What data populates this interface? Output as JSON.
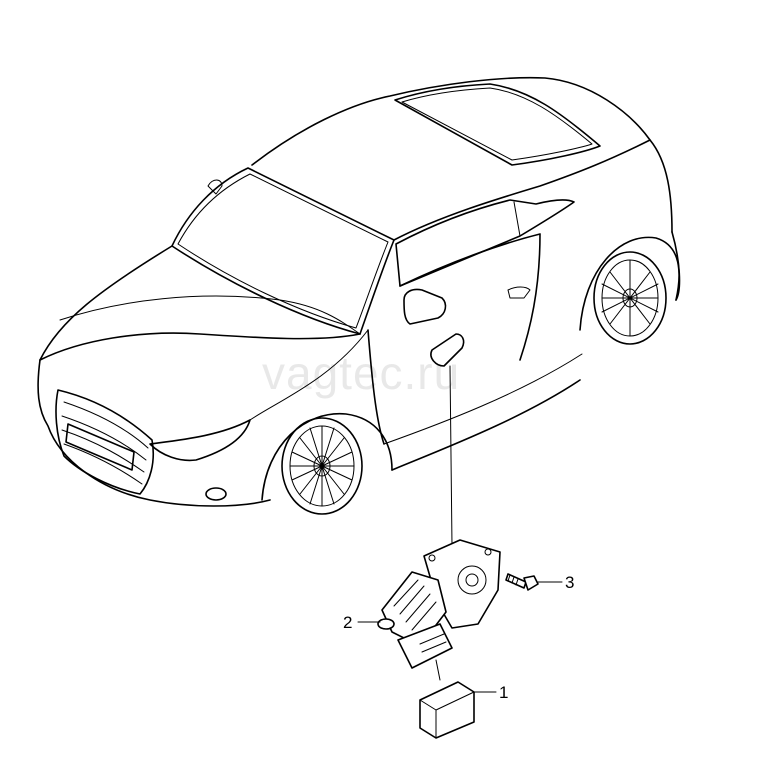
{
  "watermark": "vagtec.ru",
  "callouts": [
    {
      "id": "1",
      "label": "1"
    },
    {
      "id": "2",
      "label": "2"
    },
    {
      "id": "3",
      "label": "3"
    }
  ]
}
